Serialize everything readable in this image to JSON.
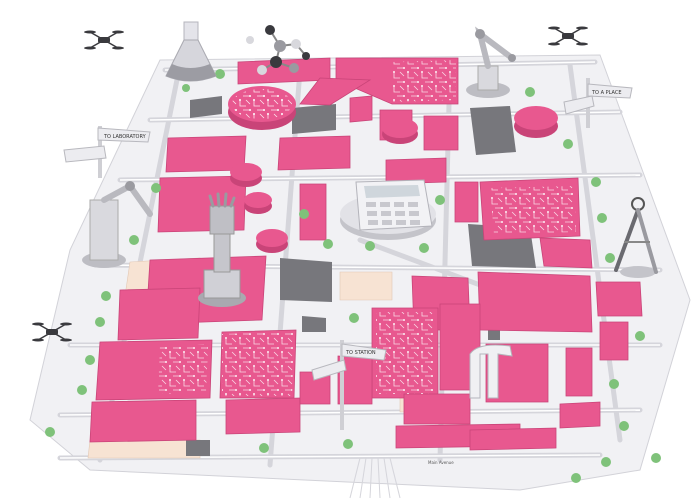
{
  "colors": {
    "building": "#e8588f",
    "building_top": "#f27aa8",
    "building_side": "#c94478",
    "road": "#e9e9ee",
    "road_edge": "#c9c9cf",
    "ground": "#ffffff",
    "sand": "#f7e3d3",
    "gray_block": "#77777c",
    "tree": "#7fc27a",
    "device": "#d9d9de"
  },
  "signs": {
    "left": "TO LABORATORY",
    "right": "TO A PLACE",
    "center": "TO STATION",
    "street_bottom": "Main Avenue"
  },
  "icons": [
    "drone-icon",
    "flask-icon",
    "molecule-icon",
    "robot-arm-icon",
    "calculator-icon",
    "robot-hand-icon",
    "compass-icon",
    "pi-icon",
    "signpost-icon",
    "tree-icon"
  ]
}
